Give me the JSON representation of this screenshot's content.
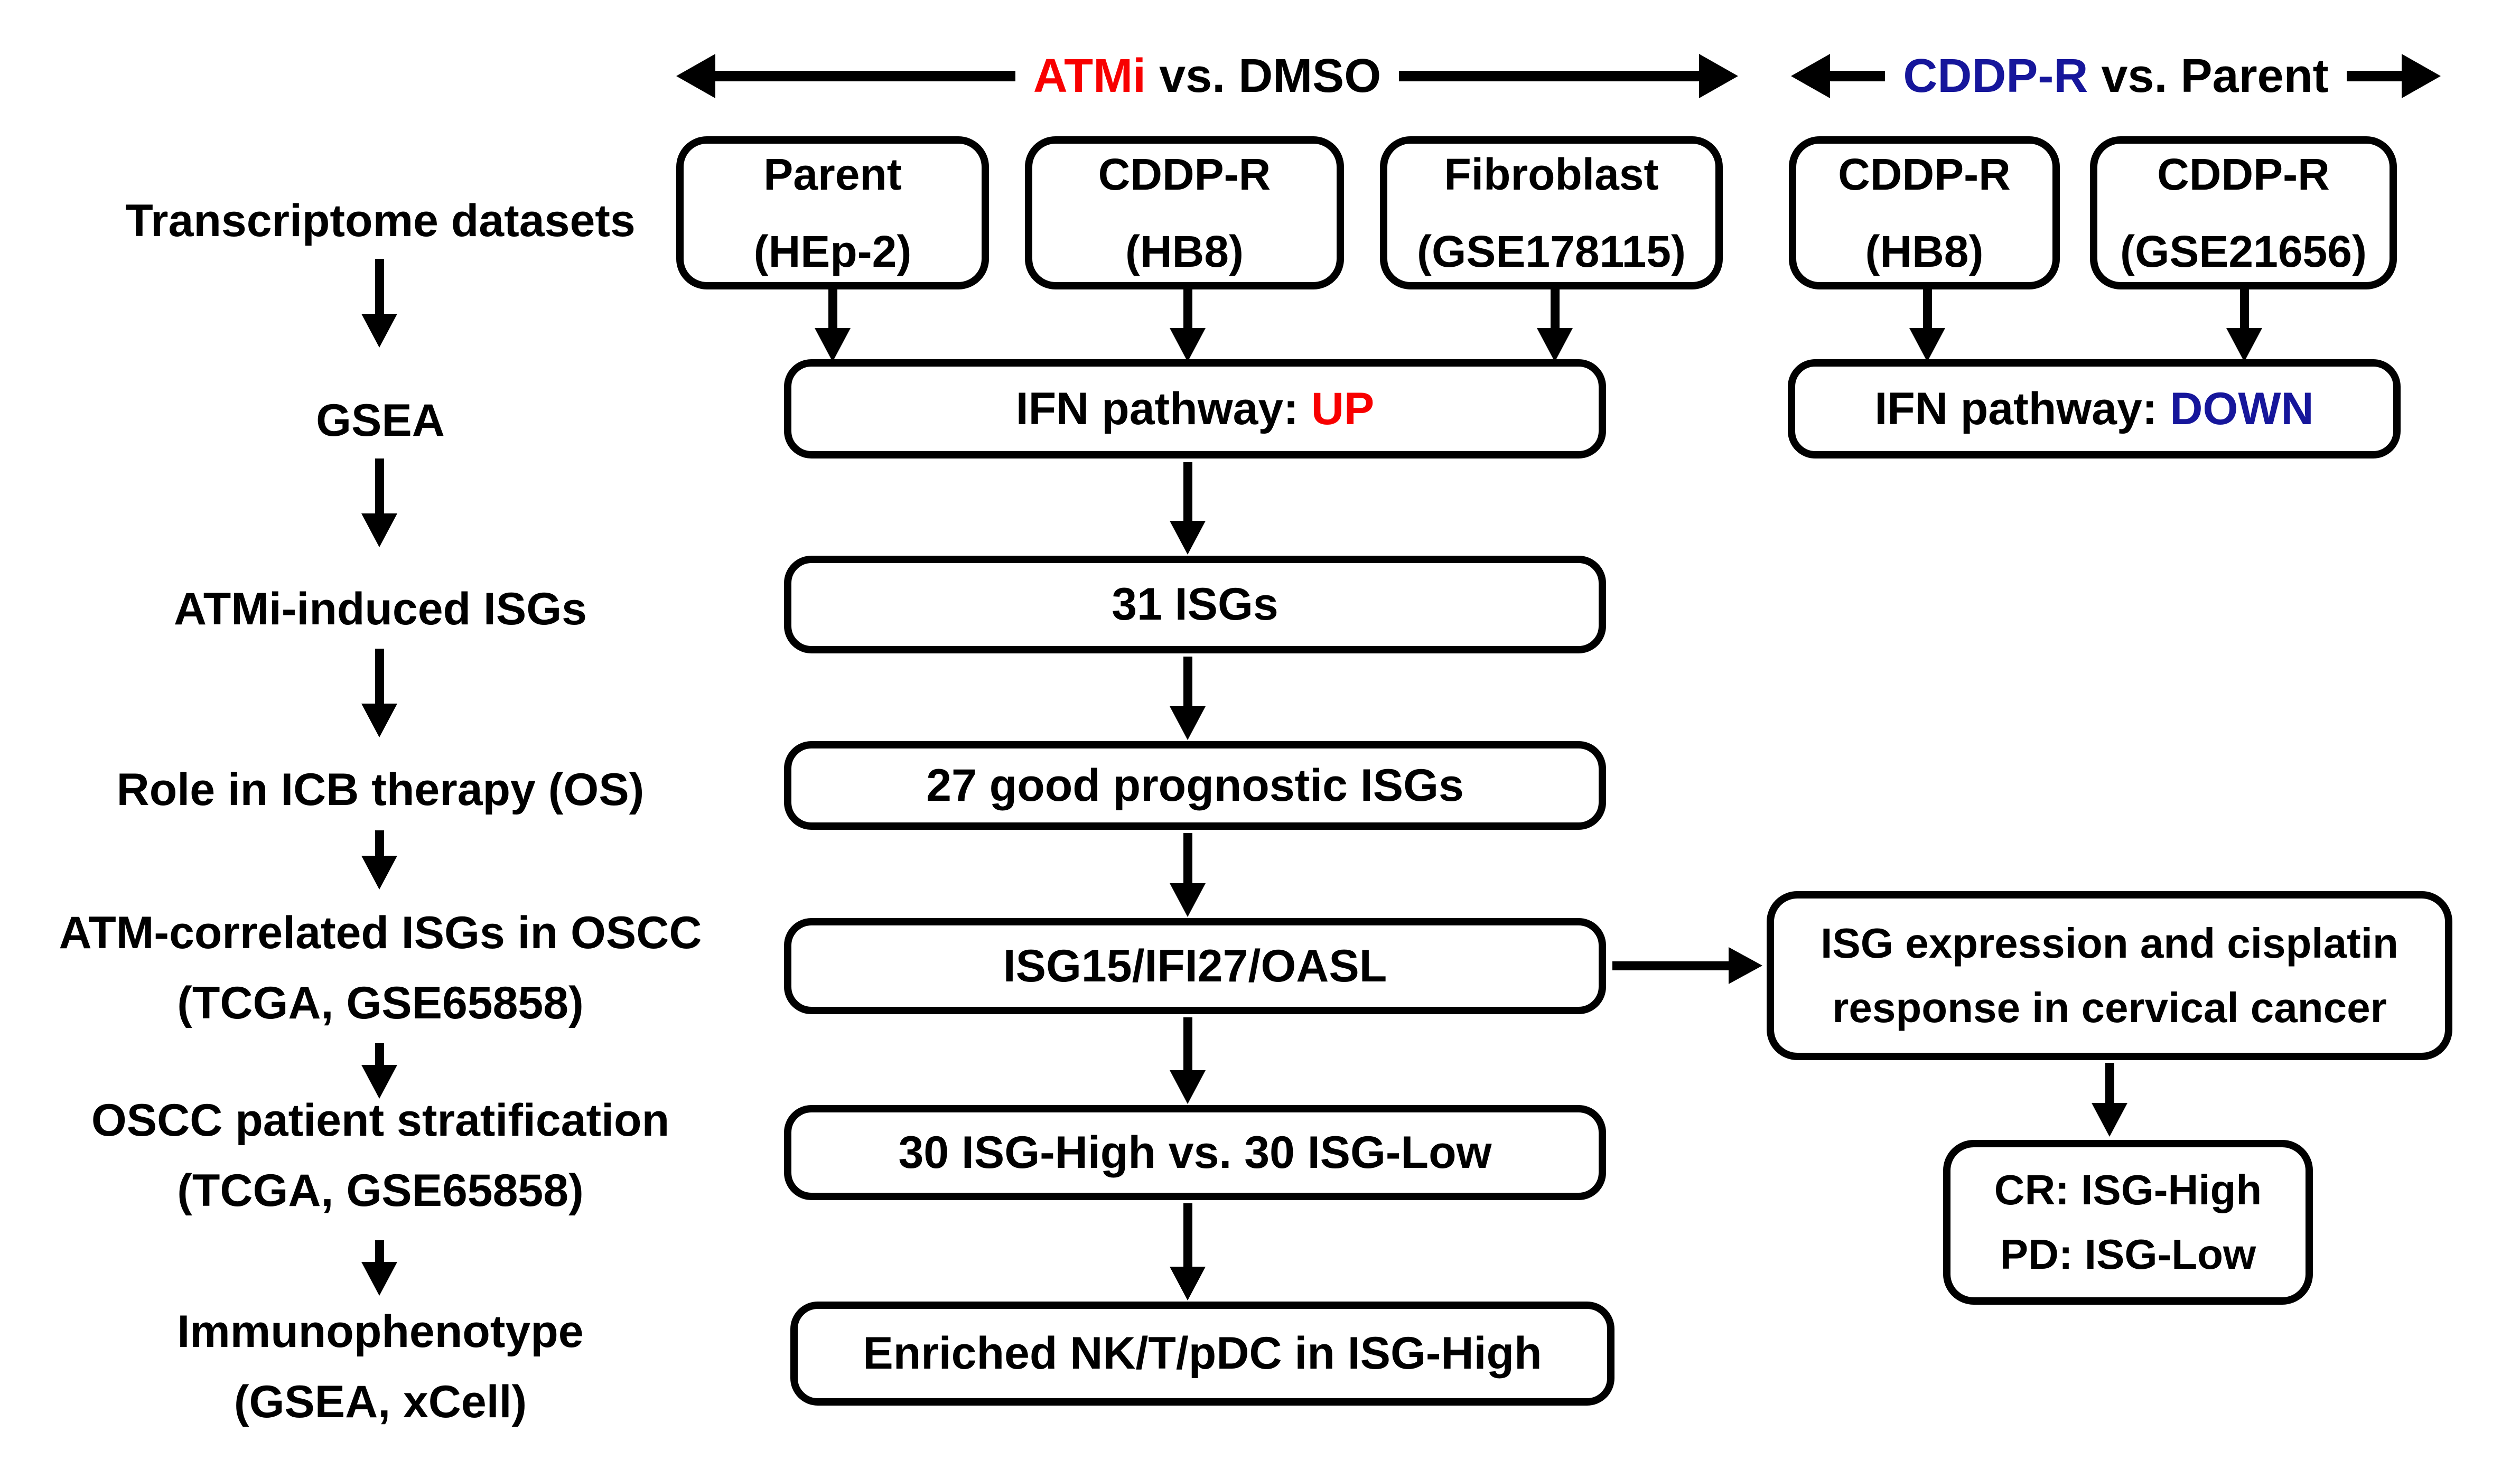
{
  "colors": {
    "red": "#f80000",
    "blue": "#16169b",
    "black": "#000000",
    "background": "#ffffff"
  },
  "header": {
    "left_comparison": {
      "highlight": "ATMi",
      "rest": " vs. DMSO"
    },
    "right_comparison": {
      "highlight": "CDDP-R",
      "rest": " vs. Parent"
    }
  },
  "left_column": {
    "steps": [
      {
        "line1": "Transcriptome datasets",
        "line2": ""
      },
      {
        "line1": "GSEA",
        "line2": ""
      },
      {
        "line1": "ATMi-induced ISGs",
        "line2": ""
      },
      {
        "line1": "Role in ICB therapy (OS)",
        "line2": ""
      },
      {
        "line1": "ATM-correlated ISGs in OSCC",
        "line2": "(TCGA, GSE65858)"
      },
      {
        "line1": "OSCC patient stratification",
        "line2": "(TCGA, GSE65858)"
      },
      {
        "line1": "Immunophenotype",
        "line2": "(GSEA, xCell)"
      }
    ]
  },
  "dataset_boxes": [
    {
      "line1": "Parent",
      "line2": "(HEp-2)"
    },
    {
      "line1": "CDDP-R",
      "line2": "(HB8)"
    },
    {
      "line1": "Fibroblast",
      "line2": "(GSE178115)"
    },
    {
      "line1": "CDDP-R",
      "line2": "(HB8)"
    },
    {
      "line1": "CDDP-R",
      "line2": "(GSE21656)"
    }
  ],
  "flow": {
    "ifn_up": {
      "label": "IFN pathway: ",
      "status": "UP"
    },
    "ifn_down": {
      "label": "IFN pathway: ",
      "status": "DOWN"
    },
    "isgs31": "31 ISGs",
    "prognostic27": "27 good prognostic ISGs",
    "isg_panel": "ISG15/IFI27/OASL",
    "stratification": "30 ISG-High vs. 30 ISG-Low",
    "enriched": "Enriched NK/T/pDC in ISG-High",
    "cervical": {
      "line1": "ISG expression and cisplatin",
      "line2": "response in cervical cancer"
    },
    "response": {
      "line1": "CR: ISG-High",
      "line2": "PD: ISG-Low"
    }
  }
}
